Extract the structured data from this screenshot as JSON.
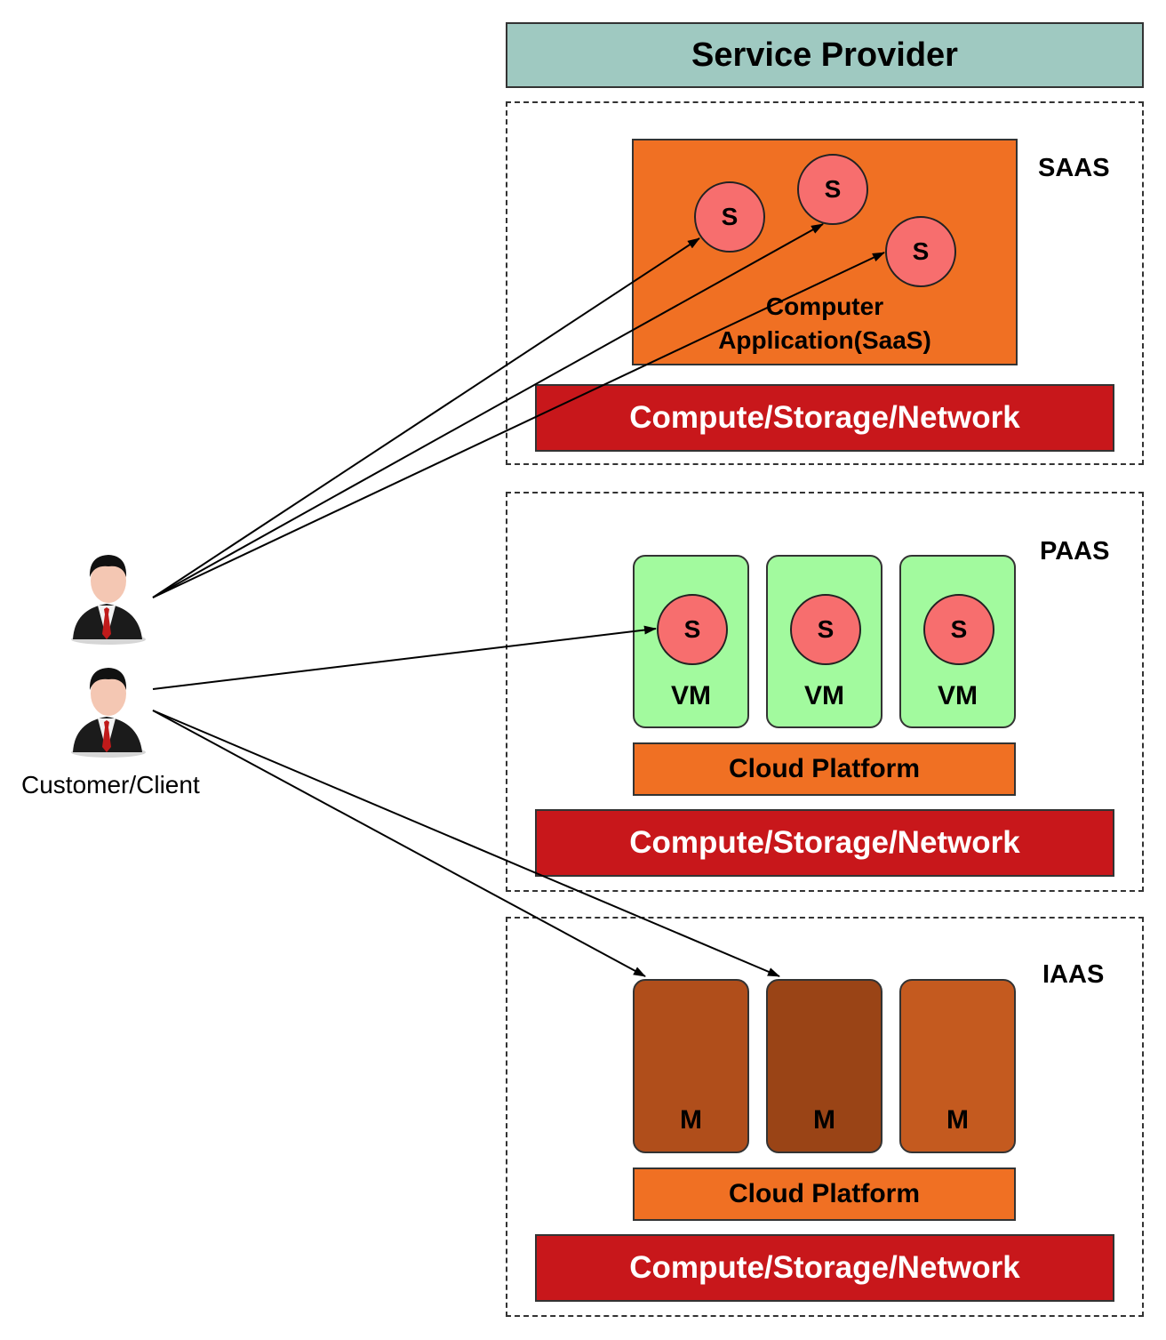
{
  "header": {
    "title": "Service Provider"
  },
  "saas": {
    "label": "SAAS",
    "app_label_line1": "Computer",
    "app_label_line2": "Application(SaaS)",
    "services": [
      "S",
      "S",
      "S"
    ],
    "infra": "Compute/Storage/Network"
  },
  "paas": {
    "label": "PAAS",
    "vms": [
      {
        "service": "S",
        "label": "VM"
      },
      {
        "service": "S",
        "label": "VM"
      },
      {
        "service": "S",
        "label": "VM"
      }
    ],
    "platform": "Cloud Platform",
    "infra": "Compute/Storage/Network"
  },
  "iaas": {
    "label": "IAAS",
    "machines": [
      {
        "label": "M",
        "color": "#b04e1b"
      },
      {
        "label": "M",
        "color": "#9a4416"
      },
      {
        "label": "M",
        "color": "#c45a1f"
      }
    ],
    "platform": "Cloud Platform",
    "infra": "Compute/Storage/Network"
  },
  "client": {
    "label": "Customer/Client"
  },
  "colors": {
    "header": "#9fc9c1",
    "infra": "#c8171b",
    "saas_app": "#f07023",
    "service": "#f76e6e",
    "vm": "#a2fa9e",
    "platform": "#f07023"
  }
}
